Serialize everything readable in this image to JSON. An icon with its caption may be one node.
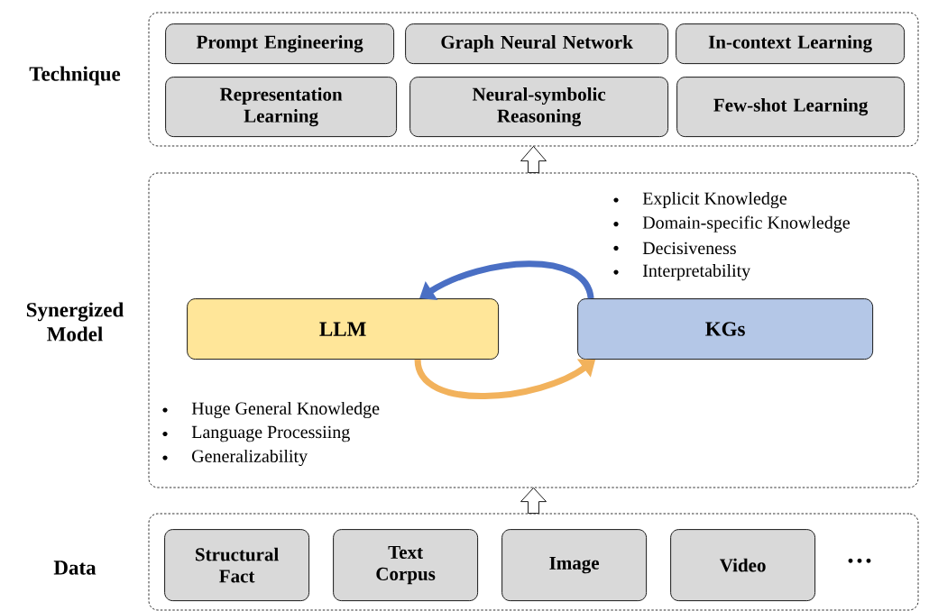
{
  "diagram": {
    "nodes": [
      {
        "text": [
          "Technique"
        ]
      },
      {
        "text": [
          "Prompt Engineering"
        ],
        "in": 0
      },
      {
        "text": [
          "Graph Neural Network"
        ],
        "in": 0
      },
      {
        "text": [
          "In-context Learning"
        ],
        "in": 0
      },
      {
        "text": [
          "Representation Learning"
        ],
        "in": 0
      },
      {
        "text": [
          "Neural-symbolic Reasoning"
        ],
        "in": 0
      },
      {
        "text": [
          "Few-shot Learning"
        ],
        "in": 0
      },
      {
        "text": [
          "Synergized Model"
        ]
      },
      {
        "text": [
          "LLM"
        ],
        "in": 7,
        "beside": [
          "Huge General Knowledge",
          "Language Processiing",
          "Generalizability"
        ]
      },
      {
        "text": [
          "KGs"
        ],
        "in": 7,
        "beside": [
          "Explicit Knowledge",
          "Domain-specific Knowledge",
          "Decisiveness",
          "Interpretability"
        ]
      },
      {
        "text": [
          "Data"
        ]
      },
      {
        "text": [
          "Structural Fact"
        ],
        "in": 10
      },
      {
        "text": [
          "Text Corpus"
        ],
        "in": 10
      },
      {
        "text": [
          "Image"
        ],
        "in": 10
      },
      {
        "text": [
          "Video"
        ],
        "in": 10
      }
    ],
    "edges": [
      {
        "from": 10,
        "to": 7,
        "arrow": "to"
      },
      {
        "from": 7,
        "to": 0,
        "arrow": "to"
      },
      {
        "from": 9,
        "to": 8,
        "arrow": "to",
        "color": "#4a6fc4"
      },
      {
        "from": 8,
        "to": 9,
        "arrow": "to",
        "color": "#f2b25c"
      }
    ],
    "labels": [
      "···"
    ]
  }
}
